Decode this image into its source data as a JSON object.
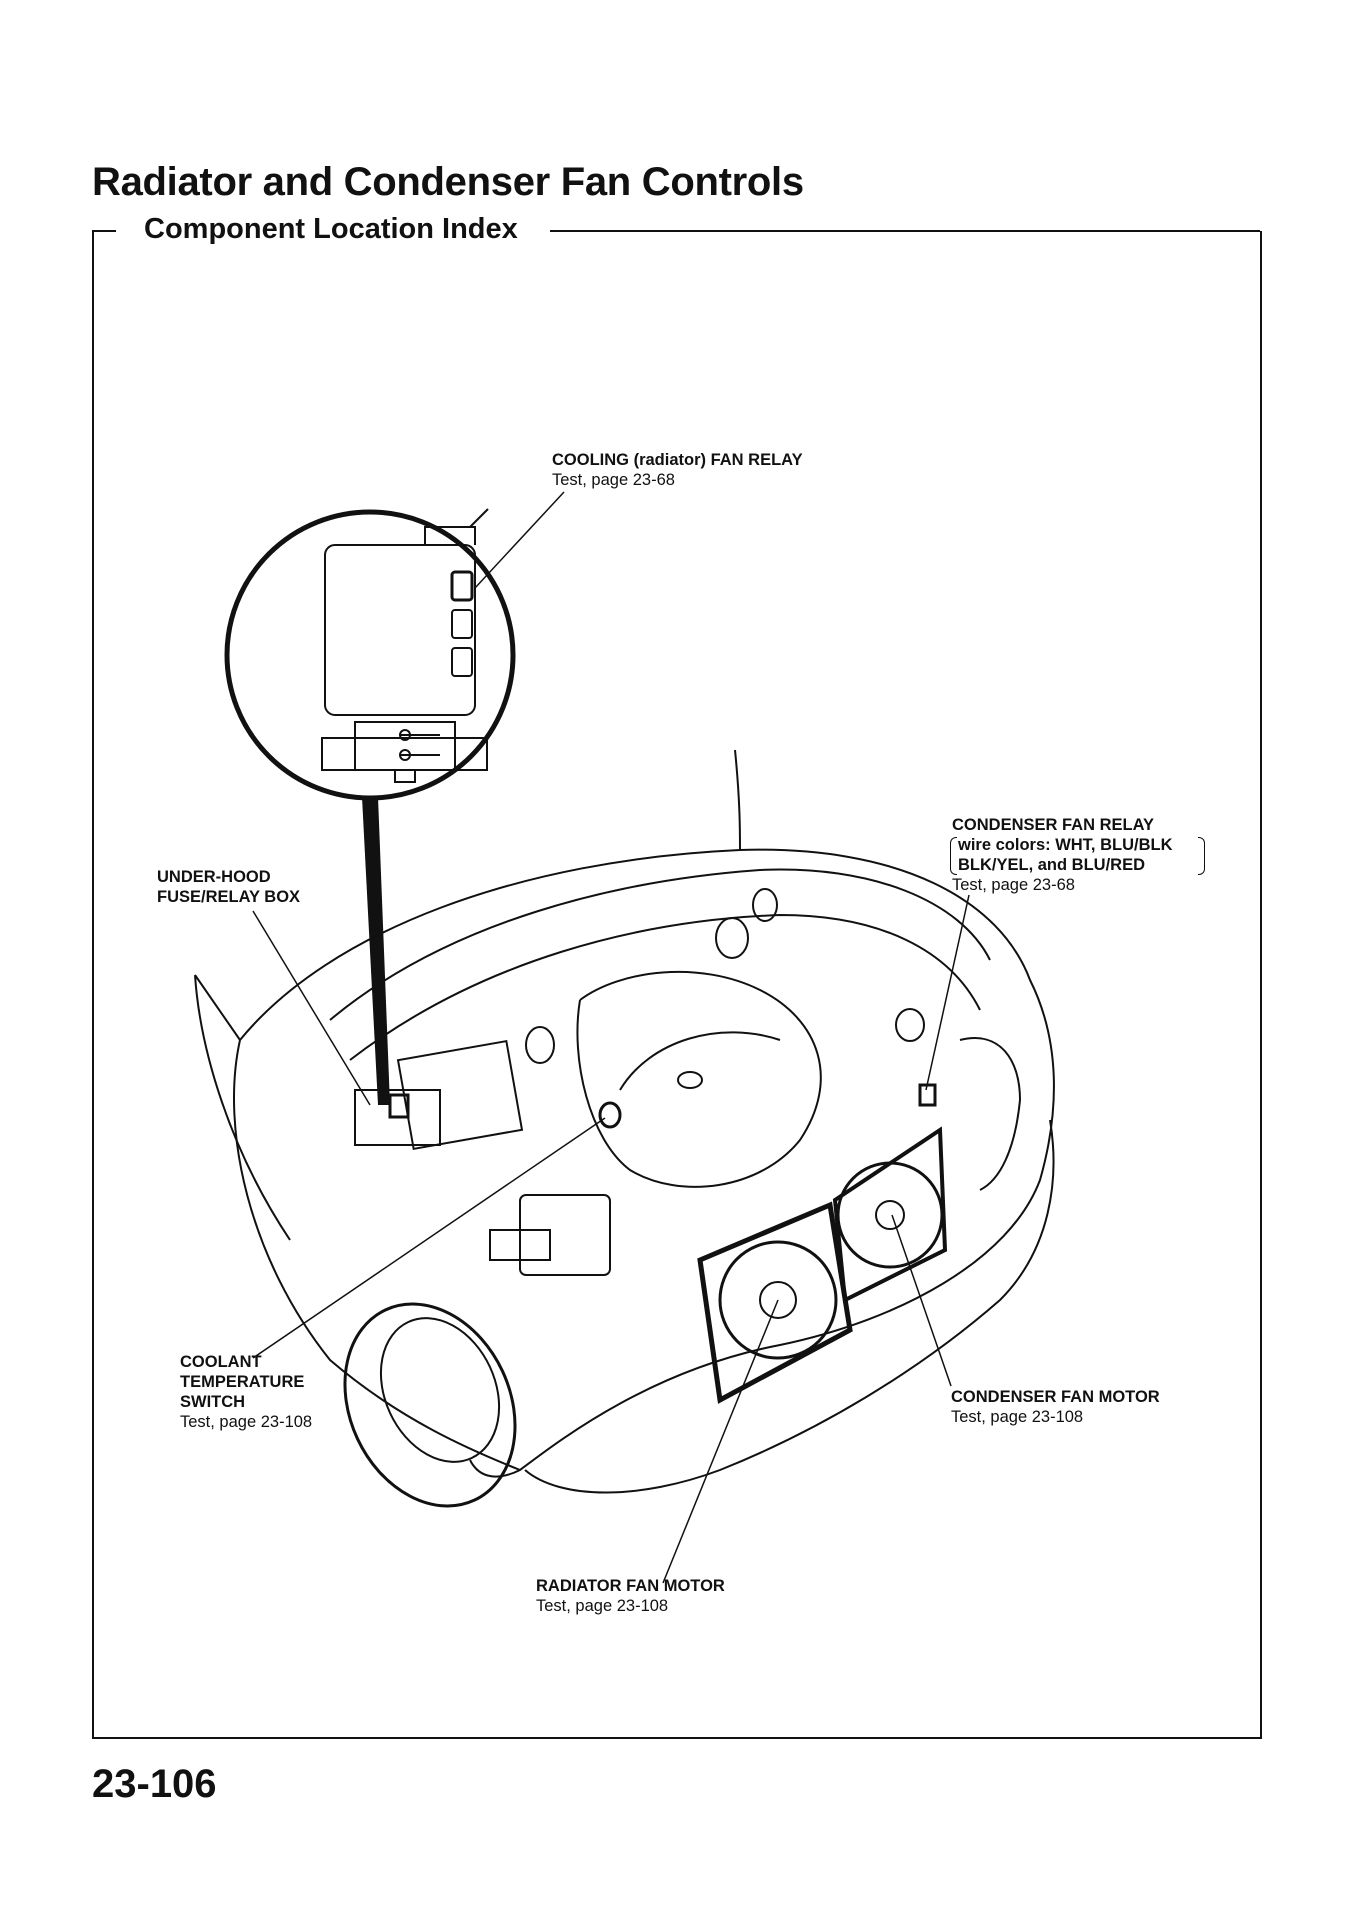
{
  "header": {
    "title": "Radiator and Condenser Fan Controls",
    "subtitle": "Component Location Index"
  },
  "labels": {
    "cooling_relay": {
      "name": "COOLING (radiator) FAN RELAY",
      "test": "Test, page 23-68"
    },
    "underhood_box": {
      "line1": "UNDER-HOOD",
      "line2": "FUSE/RELAY BOX"
    },
    "condenser_relay": {
      "name": "CONDENSER FAN RELAY",
      "wire1": "wire colors: WHT, BLU/BLK",
      "wire2": "BLK/YEL, and BLU/RED",
      "test": "Test, page 23-68"
    },
    "coolant_switch": {
      "line1": "COOLANT",
      "line2": "TEMPERATURE",
      "line3": "SWITCH",
      "test": "Test, page 23-108"
    },
    "condenser_motor": {
      "name": "CONDENSER FAN MOTOR",
      "test": "Test, page 23-108"
    },
    "radiator_motor": {
      "name": "RADIATOR FAN MOTOR",
      "test": "Test, page 23-108"
    }
  },
  "footer": {
    "page_number": "23-106"
  }
}
